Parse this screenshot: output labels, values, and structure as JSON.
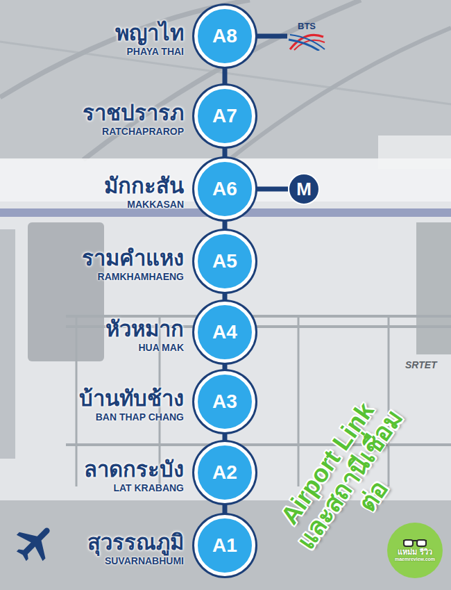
{
  "diagram": {
    "title": "Airport Link และสถานีเชื่อมต่อ",
    "nodes": [
      {
        "text": [
          "พญาไท",
          "PHAYA THAI",
          "A8"
        ]
      },
      {
        "text": [
          "BTS"
        ]
      },
      {
        "text": [
          "ราชปรารภ",
          "RATCHAPRAROP",
          "A7"
        ]
      },
      {
        "text": [
          "มักกะสัน",
          "MAKKASAN",
          "A6"
        ]
      },
      {
        "text": [
          "M"
        ]
      },
      {
        "text": [
          "รามคำแหง",
          "RAMKHAMHAENG",
          "A5"
        ]
      },
      {
        "text": [
          "หัวหมาก",
          "HUA MAK",
          "A4"
        ]
      },
      {
        "text": [
          "บ้านทับช้าง",
          "BAN THAP CHANG",
          "A3"
        ]
      },
      {
        "text": [
          "ลาดกระบัง",
          "LAT KRABANG",
          "A2"
        ]
      },
      {
        "text": [
          "สุวรรณภูมิ",
          "SUVARNABHUMI",
          "A1"
        ]
      },
      {
        "text": [
          "แหม่ม รีวิว",
          "maemreview.com"
        ]
      }
    ],
    "edges": [
      {
        "from": 0,
        "to": 2,
        "arrow": "none"
      },
      {
        "from": 2,
        "to": 3,
        "arrow": "none"
      },
      {
        "from": 3,
        "to": 5,
        "arrow": "none"
      },
      {
        "from": 5,
        "to": 6,
        "arrow": "none"
      },
      {
        "from": 6,
        "to": 7,
        "arrow": "none"
      },
      {
        "from": 7,
        "to": 8,
        "arrow": "none"
      },
      {
        "from": 8,
        "to": 9,
        "arrow": "none"
      },
      {
        "from": 0,
        "to": 1,
        "arrow": "none"
      },
      {
        "from": 3,
        "to": 4,
        "arrow": "none"
      }
    ],
    "labels": [
      "SRTET"
    ]
  }
}
